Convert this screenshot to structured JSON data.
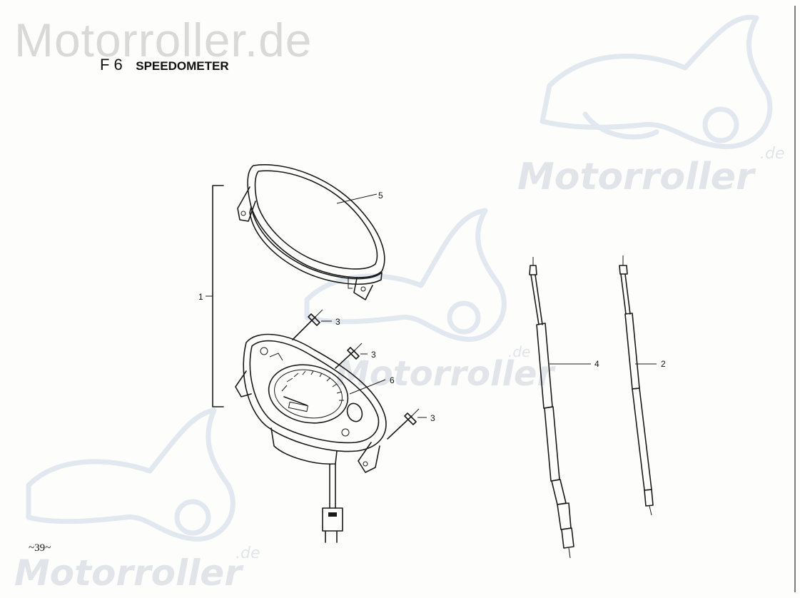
{
  "watermark": {
    "brand": "Motorroller.de",
    "logo_word": "Motorroller",
    "logo_tld": ".de"
  },
  "header": {
    "section_code": "F 6",
    "title": "SPEEDOMETER"
  },
  "callouts": [
    {
      "id": "1",
      "label": "1"
    },
    {
      "id": "2",
      "label": "2"
    },
    {
      "id": "3a",
      "label": "3"
    },
    {
      "id": "3b",
      "label": "3"
    },
    {
      "id": "3c",
      "label": "3"
    },
    {
      "id": "4",
      "label": "4"
    },
    {
      "id": "5",
      "label": "5"
    },
    {
      "id": "6",
      "label": "6"
    }
  ],
  "page_number": "~39~"
}
